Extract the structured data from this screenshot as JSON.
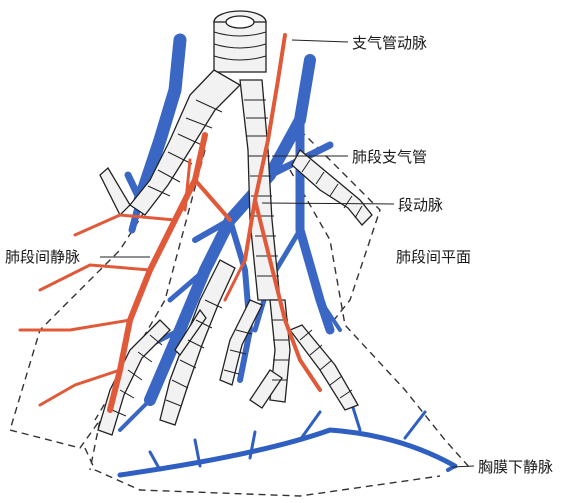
{
  "labels": {
    "bronchial_artery": "支气管动脉",
    "segmental_bronchus": "肺段支气管",
    "segmental_artery": "段动脉",
    "intersegmental_vein": "肺段间静脉",
    "intersegmental_plane": "肺段间平面",
    "subpleural_vein": "胸膜下静脉"
  },
  "colors": {
    "vein_blue": "#3a66c4",
    "artery_red": "#e05a3a",
    "bronchus_fill": "#f2f2f2",
    "outline": "#222222"
  }
}
